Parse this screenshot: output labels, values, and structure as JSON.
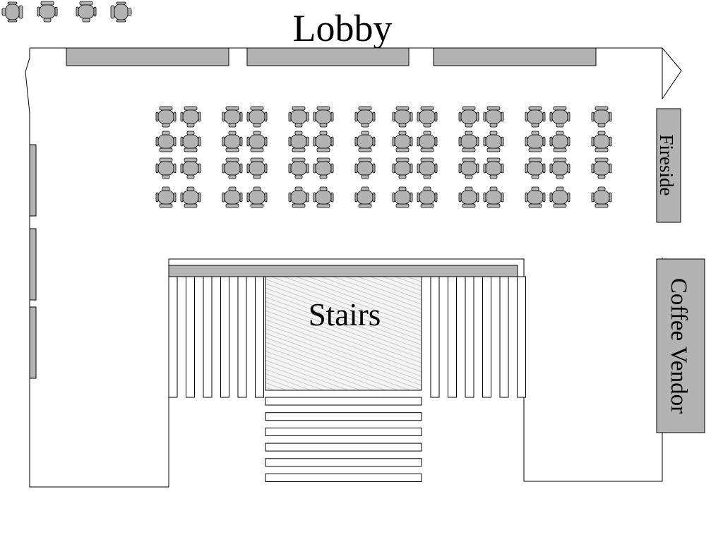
{
  "title": "Lobby",
  "labels": {
    "stairs": "Stairs",
    "fireside": "Fireside",
    "coffee_vendor": "Coffee Vendor"
  },
  "legend_chairs": [
    {
      "name": "chair-icon-down"
    },
    {
      "name": "chair-icon-up"
    },
    {
      "name": "chair-icon-left"
    },
    {
      "name": "chair-icon-right"
    }
  ],
  "seating": {
    "blocks": 2,
    "rows_per_block": 4,
    "chairs_per_row": 7,
    "total_chairs": 56
  },
  "colors": {
    "wall": "#000000",
    "fill": "#b3b3b3",
    "background": "#ffffff"
  }
}
